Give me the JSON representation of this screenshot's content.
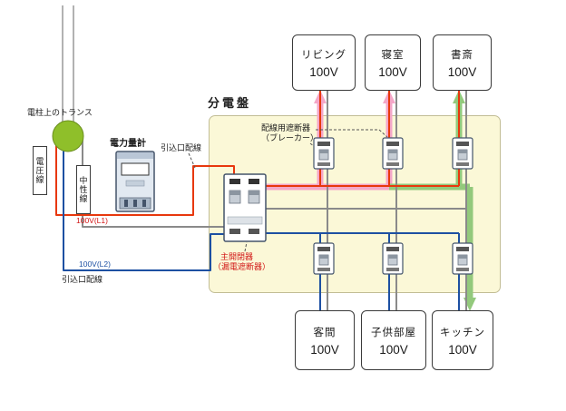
{
  "labels": {
    "transformer": "電柱上のトランス",
    "voltage_line": "電圧線",
    "neutral_line": "中性線",
    "meter": "電力量計",
    "service_wiring_meter": "引込口配線",
    "l1": "100V(L1)",
    "l2": "100V(L2)",
    "service_wiring_entry": "引込口配線",
    "panel": "分電盤",
    "branch_breaker_line1": "配線用遮断器",
    "branch_breaker_line2": "（ブレーカー）",
    "main_breaker_line1": "主開閉器",
    "main_breaker_line2": "（漏電遮断器）"
  },
  "rooms_top": [
    {
      "name": "リビング",
      "voltage": "100V"
    },
    {
      "name": "寝室",
      "voltage": "100V"
    },
    {
      "name": "書斎",
      "voltage": "100V"
    }
  ],
  "rooms_bottom": [
    {
      "name": "客間",
      "voltage": "100V"
    },
    {
      "name": "子供部屋",
      "voltage": "100V"
    },
    {
      "name": "キッチン",
      "voltage": "100V"
    }
  ],
  "colors": {
    "l1_wire": "#e8380d",
    "l2_wire": "#1d50a2",
    "neutral_wire": "#8a8a8a",
    "flow_pink": "#f4a7c8",
    "flow_green": "#93c97c",
    "panel_bg": "#fbf8d7",
    "transformer_green": "#8fbf2a"
  }
}
